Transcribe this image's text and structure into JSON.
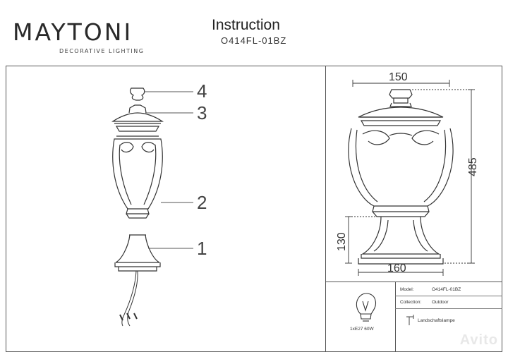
{
  "brand": {
    "name": "MAYTONI",
    "tagline": "DECORATIVE LIGHTING"
  },
  "document": {
    "title": "Instruction",
    "model_code": "O414FL-01BZ"
  },
  "exploded_view": {
    "callouts": [
      "4",
      "3",
      "2",
      "1"
    ]
  },
  "dimensions": {
    "top_width": "150",
    "height": "485",
    "base_height": "130",
    "base_width": "160"
  },
  "info_table": {
    "model_label": "Model:",
    "model_value": "O414FL-01BZ",
    "collection_label": "Collection:",
    "collection_value": "Outdoor",
    "type_value": "Landschaftslampe",
    "bulb_spec": "1xE27 60W"
  },
  "watermark": "Avito",
  "colors": {
    "line": "#333333",
    "frame": "#555555"
  }
}
